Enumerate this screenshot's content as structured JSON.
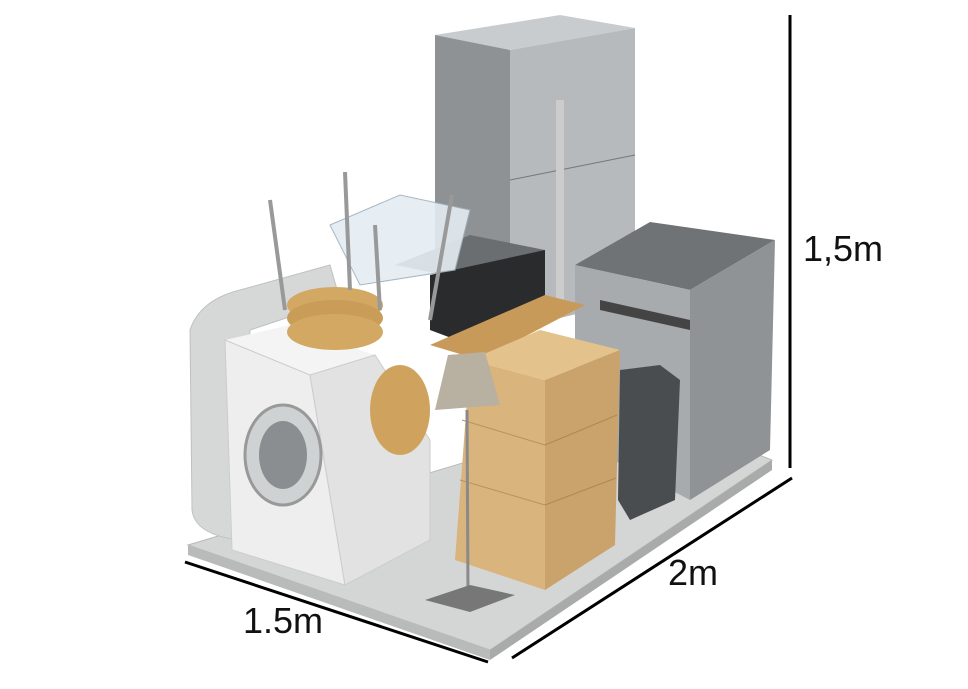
{
  "dimensions": {
    "height_label": "1,5m",
    "depth_label": "2m",
    "width_label": "1.5m"
  },
  "colors": {
    "floor": "#d4d6d6",
    "steel": "#a9adb0",
    "cardboard": "#d9b47c",
    "washer": "#eeeeee",
    "wood": "#d2a863"
  }
}
